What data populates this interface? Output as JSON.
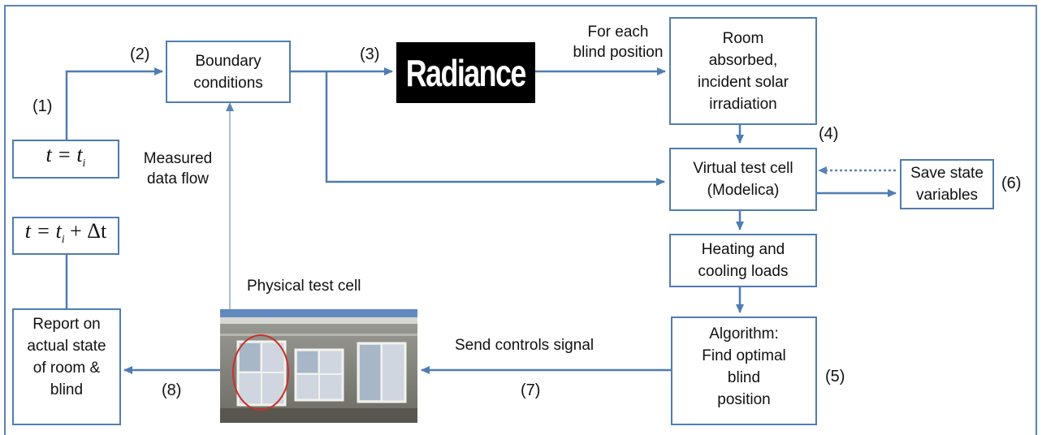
{
  "boxes": {
    "boundary": "Boundary conditions",
    "room_line1": "Room",
    "room_line2": "absorbed,",
    "room_line3": "incident solar",
    "room_line4": "irradiation",
    "virtual_line1": "Virtual test cell",
    "virtual_line2": "(Modelica)",
    "save_line1": "Save state",
    "save_line2": "variables",
    "heating_line1": "Heating and",
    "heating_line2": "cooling loads",
    "algo_line1": "Algorithm:",
    "algo_line2": "Find optimal",
    "algo_line3": "blind",
    "algo_line4": "position",
    "report_line1": "Report on",
    "report_line2": "actual state",
    "report_line3": "of room &",
    "report_line4": "blind",
    "t_init": "t = t",
    "t_init_sub": "i",
    "t_next": "t = t",
    "t_next_sub": "i",
    "t_next_tail": " + Δt"
  },
  "radiance_logo": "Radiance",
  "labels": {
    "for_each_line1": "For each",
    "for_each_line2": "blind position",
    "measured_line1": "Measured",
    "measured_line2": "data flow",
    "physical": "Physical test cell",
    "send": "Send controls signal"
  },
  "steps": {
    "s1": "(1)",
    "s2": "(2)",
    "s3": "(3)",
    "s4": "(4)",
    "s5": "(5)",
    "s6": "(6)",
    "s7": "(7)",
    "s8": "(8)"
  },
  "colors": {
    "arrow": "#4f7db0",
    "border": "#5a84b5",
    "highlight_circle": "#c8302a"
  }
}
